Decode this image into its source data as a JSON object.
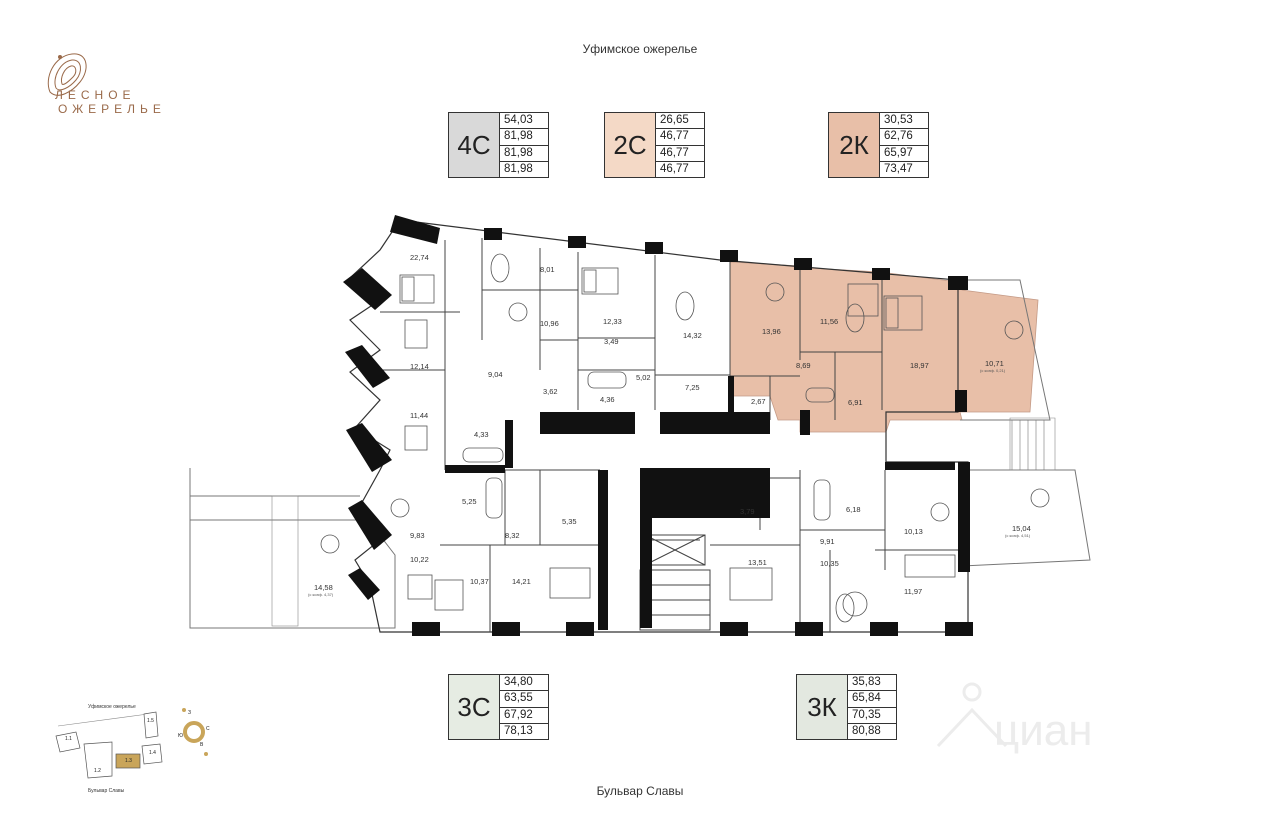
{
  "logo": {
    "line1": "ЛЕСНОЕ",
    "line2": "ОЖЕРЕЛЬЕ"
  },
  "streets": {
    "top": "Уфимское ожерелье",
    "bottom": "Бульвар Славы"
  },
  "legends": [
    {
      "code": "4С",
      "values": [
        "54,03",
        "81,98",
        "81,98",
        "81,98"
      ],
      "color": "#d9d9d9"
    },
    {
      "code": "2С",
      "values": [
        "26,65",
        "46,77",
        "46,77",
        "46,77"
      ],
      "color": "#f4d9c6"
    },
    {
      "code": "2К",
      "values": [
        "30,53",
        "62,76",
        "65,97",
        "73,47"
      ],
      "color": "#e8bfa8"
    },
    {
      "code": "3С",
      "values": [
        "34,80",
        "63,55",
        "67,92",
        "78,13"
      ],
      "color": "#e6ece3"
    },
    {
      "code": "3К",
      "values": [
        "35,83",
        "65,84",
        "70,35",
        "80,88"
      ],
      "color": "#e3e8e0"
    }
  ],
  "rooms": {
    "r22_74": "22,74",
    "r8_01": "8,01",
    "r10_96": "10,96",
    "r12_33": "12,33",
    "r14_32": "14,32",
    "r13_96": "13,96",
    "r11_56": "11,56",
    "r18_97": "18,97",
    "r10_71": "10,71",
    "r10_71_sub": "(с коэф. 0,21)",
    "r12_14": "12,14",
    "r9_04": "9,04",
    "r3_49": "3,49",
    "r5_02": "5,02",
    "r7_25": "7,25",
    "r8_69": "8,69",
    "r6_91": "6,91",
    "r2_67": "2,67",
    "r3_62": "3,62",
    "r4_36": "4,36",
    "r11_44": "11,44",
    "r4_33": "4,33",
    "r5_25": "5,25",
    "r5_35": "5,35",
    "r8_32": "8,32",
    "r3_79": "3,79",
    "r6_18": "6,18",
    "r10_13": "10,13",
    "r15_04": "15,04",
    "r15_04_sub": "(с коэф. 4,51)",
    "r9_83": "9,83",
    "r10_22": "10,22",
    "r10_37": "10,37",
    "r14_21": "14,21",
    "r13_51": "13,51",
    "r9_91": "9,91",
    "r10_35": "10,35",
    "r11_97": "11,97",
    "r14_58": "14,58",
    "r14_58_sub": "(с коэф. 4,37)"
  },
  "minimap": {
    "street_top": "Уфимское ожерелье",
    "street_bottom": "Бульвар Славы",
    "sections": [
      "1.1",
      "1.2",
      "1.3",
      "1.4",
      "1.5"
    ],
    "compass": [
      "З",
      "С",
      "Ю",
      "В"
    ]
  },
  "watermark": "циан",
  "colors": {
    "highlight": "#e8bfa8",
    "wall": "#111111",
    "brand": "#9a6a4a",
    "minimap_active": "#c9a55a"
  }
}
